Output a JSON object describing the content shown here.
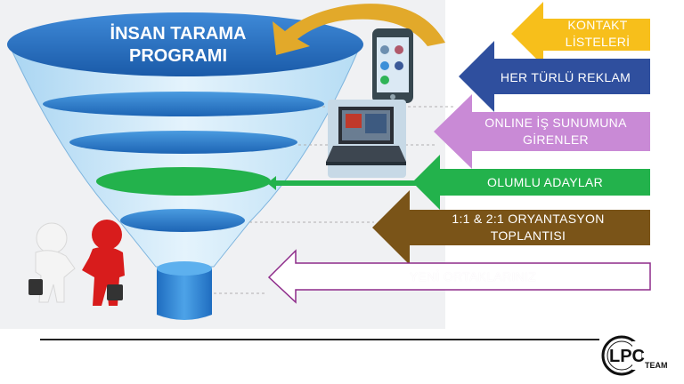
{
  "funnel": {
    "title_line1": "İNSAN TARAMA",
    "title_line2": "PROGRAMI"
  },
  "arrows": [
    {
      "label": "KONTAKT\nLİSTELERİ",
      "color": "#f7bf1b"
    },
    {
      "label": "HER TÜRLÜ REKLAM",
      "color": "#2f4f9e"
    },
    {
      "label": "ONLINE İŞ SUNUMUNA\nGİRENLER",
      "color": "#c98ad6"
    },
    {
      "label": "OLUMLU ADAYLAR",
      "color": "#23b24c"
    },
    {
      "label": "1:1 & 2:1 ORYANTASYON\nTOPLANTISI",
      "color": "#7a5418"
    },
    {
      "label": "YENİ ORTAKLARINIZ",
      "color": "#ffffff"
    }
  ],
  "logo": {
    "text": "LPC",
    "subtext": "TEAM"
  }
}
